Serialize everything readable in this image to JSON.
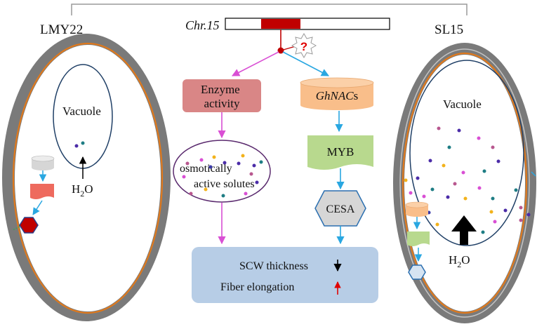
{
  "labels": {
    "left_cell": "LMY22",
    "right_cell": "SL15",
    "chromosome": "Chr.15",
    "question_mark": "?",
    "enzyme_line1": "Enzyme",
    "enzyme_line2": "activity",
    "ghnacs_italic": "GhNAC",
    "ghnacs_suffix": "s",
    "solutes_line1": "osmotically",
    "solutes_line2": "active solutes",
    "myb": "MYB",
    "cesa": "CESA",
    "outcome_line1": "SCW thickness",
    "outcome_line2": "Fiber elongation",
    "vacuole_left": "Vacuole",
    "vacuole_right": "Vacuole",
    "water_h": "H",
    "water_sub": "2",
    "water_o": "O"
  },
  "colors": {
    "magenta_arrow": "#d94fd4",
    "blue_arrow": "#29a7e1",
    "enzyme_fill": "#d98686",
    "ghnacs_fill": "#f9be8a",
    "myb_fill": "#b8d98e",
    "cesa_fill": "#d6d6d6",
    "outcome_fill": "#b7cde6",
    "cell_wall": "#7a7a7a",
    "membrane": "#e0791c",
    "vacuole_border": "#1f3f66",
    "chromosome_band": "#c00000",
    "hexagon_red": "#c00000"
  },
  "icons": {
    "question_badge": "star-badge-icon",
    "down_arrow": "down-arrow-icon",
    "up_arrow": "up-arrow-icon"
  }
}
